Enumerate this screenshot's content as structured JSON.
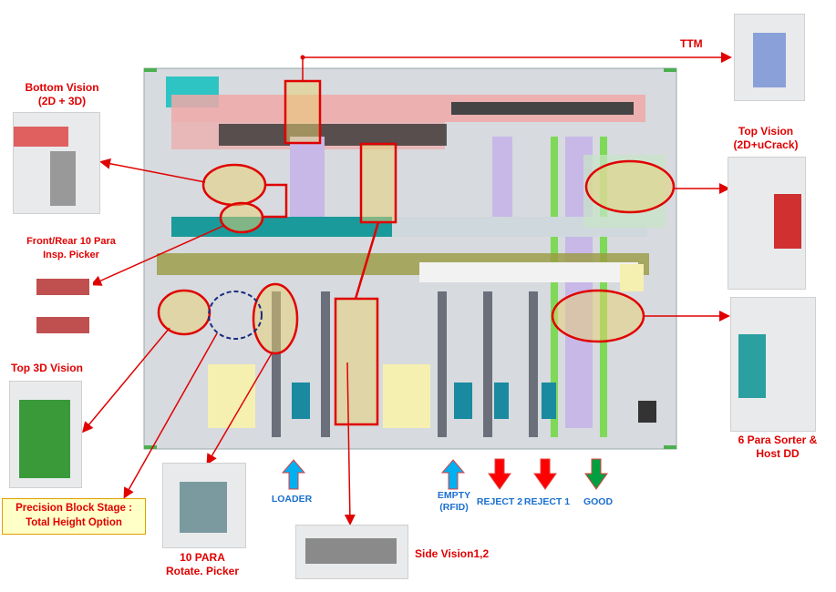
{
  "title": "Handler layout diagram",
  "callouts": {
    "ttm": "TTM",
    "bottom_vision": [
      "Bottom Vision",
      "(2D + 3D)"
    ],
    "top_vision": [
      "Top Vision",
      "(2D+uCrack)"
    ],
    "insp_picker": [
      "Front/Rear 10 Para",
      "Insp. Picker"
    ],
    "top_3d_vision": "Top 3D Vision",
    "precision_block": [
      "Precision  Block Stage :",
      "Total Height Option"
    ],
    "rotate_picker": [
      "10 PARA",
      "Rotate. Picker"
    ],
    "side_vision": "Side Vision1,2",
    "sorter": [
      "6 Para Sorter &",
      "Host DD"
    ]
  },
  "ports": [
    {
      "label": [
        "LOADER"
      ],
      "direction": "in",
      "color": "#00b0f0"
    },
    {
      "label": [
        "EMPTY",
        "(RFID)"
      ],
      "direction": "in",
      "color": "#00b0f0"
    },
    {
      "label": [
        "REJECT 2"
      ],
      "direction": "out",
      "color": "#ff0000"
    },
    {
      "label": [
        "REJECT 1"
      ],
      "direction": "out",
      "color": "#ff0000"
    },
    {
      "label": [
        "GOOD"
      ],
      "direction": "out",
      "color": "#00a040"
    }
  ],
  "colors": {
    "callout": "#e00000",
    "port_text": "#1a6fd0"
  }
}
